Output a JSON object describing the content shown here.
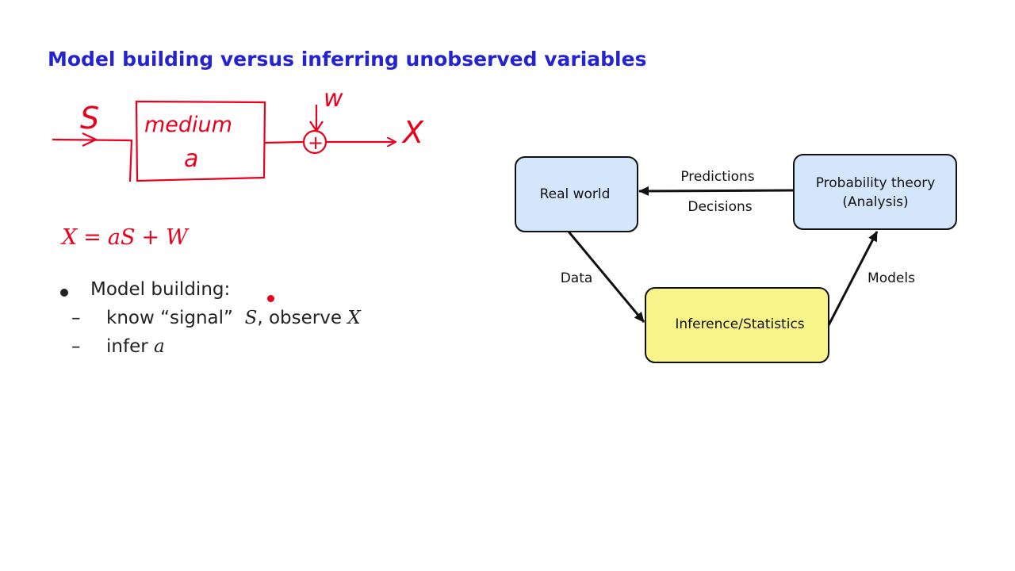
{
  "title": "Model building versus inferring unobserved variables",
  "sketch": {
    "input_label": "S",
    "box_line1": "medium",
    "box_line2": "a",
    "noise_label": "w",
    "output_label": "X",
    "adder_symbol": "+"
  },
  "equation": {
    "lhs": "X",
    "eq": "=",
    "term1": "aS",
    "plus": "+",
    "term2": "W"
  },
  "bullets": {
    "main": "Model building:",
    "sub1_pre": "know “signal”",
    "sub1_var": "S",
    "sub1_post": ", observe",
    "sub1_var2": "X",
    "sub2_pre": "infer",
    "sub2_var": "a",
    "dash": "–"
  },
  "flow_diagram": {
    "colors": {
      "blue_node": "#d3e6fb",
      "yellow_node": "#f9f48a",
      "stroke": "#111111"
    },
    "nodes": {
      "real_world": "Real world",
      "probability_line1": "Probability theory",
      "probability_line2": "(Analysis)",
      "inference": "Inference/Statistics"
    },
    "edges": {
      "predictions": "Predictions",
      "decisions": "Decisions",
      "data": "Data",
      "models": "Models"
    }
  }
}
